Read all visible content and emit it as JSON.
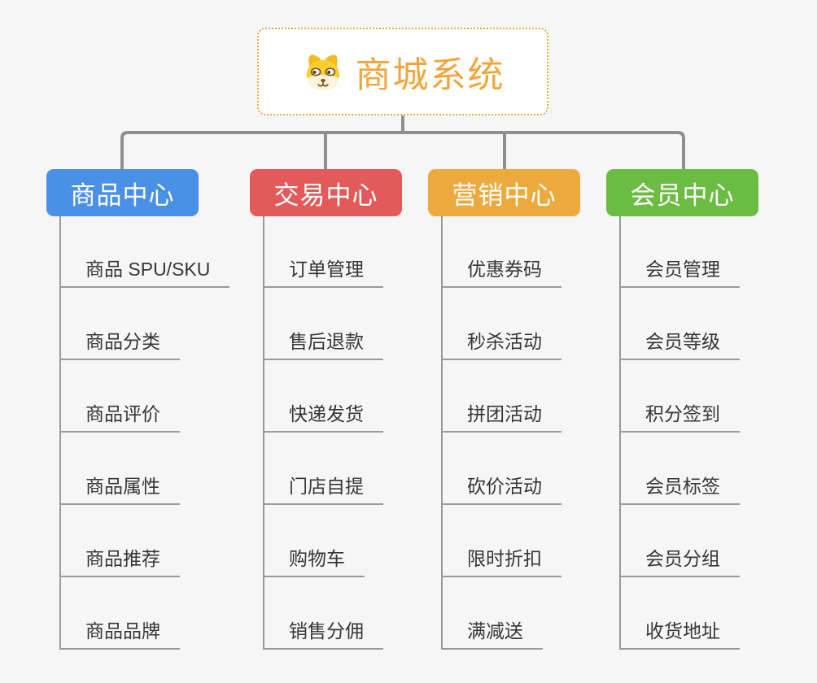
{
  "canvas": {
    "background": "#f6f6f6"
  },
  "root": {
    "title": "商城系统",
    "icon": "doge-face-icon",
    "accent_color": "#f0a63d"
  },
  "connectors": {
    "color": "#8f8f8f",
    "leaf_line_color": "#9a9a9a"
  },
  "branches": [
    {
      "id": "product-center",
      "label": "商品中心",
      "color": "#4a90e6",
      "children": [
        "商品 SPU/SKU",
        "商品分类",
        "商品评价",
        "商品属性",
        "商品推荐",
        "商品品牌"
      ]
    },
    {
      "id": "trade-center",
      "label": "交易中心",
      "color": "#e45a5a",
      "children": [
        "订单管理",
        "售后退款",
        "快递发货",
        "门店自提",
        "购物车",
        "销售分佣"
      ]
    },
    {
      "id": "marketing-center",
      "label": "营销中心",
      "color": "#ecaa3e",
      "children": [
        "优惠券码",
        "秒杀活动",
        "拼团活动",
        "砍价活动",
        "限时折扣",
        "满减送"
      ]
    },
    {
      "id": "member-center",
      "label": "会员中心",
      "color": "#6abc42",
      "children": [
        "会员管理",
        "会员等级",
        "积分签到",
        "会员标签",
        "会员分组",
        "收货地址"
      ]
    }
  ]
}
